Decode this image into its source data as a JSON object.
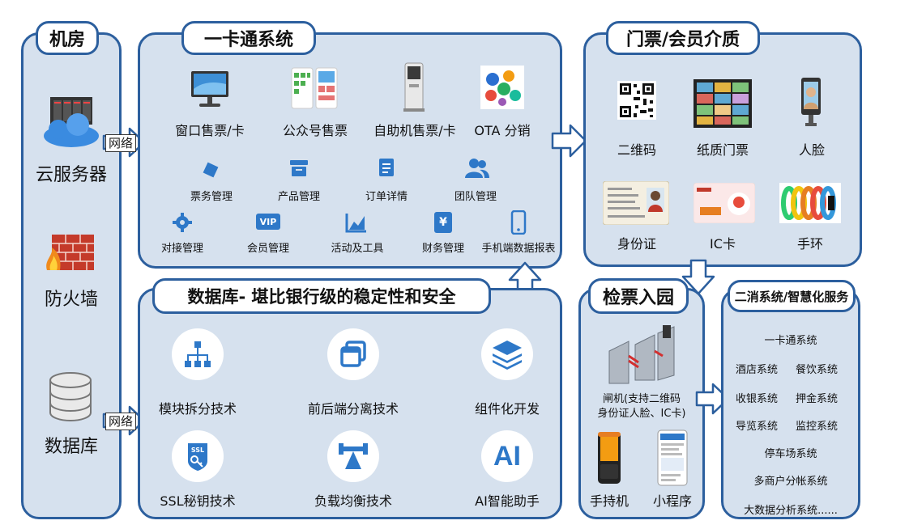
{
  "server_room": {
    "title": "机房",
    "cloud_label": "云服务器",
    "firewall_label": "防火墙",
    "database_label": "数据库",
    "network_label_1": "网络",
    "network_label_2": "网络"
  },
  "card_system": {
    "title": "一卡通系统",
    "channels": [
      "窗口售票/卡",
      "公众号售票",
      "自助机售票/卡",
      "OTA 分销"
    ],
    "modules_row1": [
      "票务管理",
      "产品管理",
      "订单详情",
      "团队管理"
    ],
    "modules_row2": [
      "对接管理",
      "会员管理",
      "活动及工具",
      "财务管理",
      "手机端数据报表"
    ],
    "vip_text": "VIP",
    "yen_text": "¥"
  },
  "media": {
    "title": "门票/会员介质",
    "items": [
      "二维码",
      "纸质门票",
      "人脸",
      "身份证",
      "IC卡",
      "手环"
    ]
  },
  "database_panel": {
    "title": "数据库- 堪比银行级的稳定性和安全",
    "features": [
      "模块拆分技术",
      "前后端分离技术",
      "组件化开发",
      "SSL秘钥技术",
      "负载均衡技术",
      "AI智能助手"
    ],
    "ssl_text": "SSL",
    "ai_text": "AI"
  },
  "entry": {
    "title": "检票入园",
    "gate_label_1": "闸机(支持二维码",
    "gate_label_2": "身份证人脸、IC卡)",
    "handheld_label": "手持机",
    "miniapp_label": "小程序"
  },
  "secondary": {
    "title": "二消系统/智慧化服务",
    "line1": "一卡通系统",
    "row_a": [
      "酒店系统",
      "餐饮系统"
    ],
    "row_b": [
      "收银系统",
      "押金系统"
    ],
    "row_c": [
      "导览系统",
      "监控系统"
    ],
    "line5": "停车场系统",
    "line6": "多商户分帐系统",
    "line7": "大数据分析系统......"
  },
  "colors": {
    "panel_fill": "#d6e1ee",
    "border": "#2c5f9e",
    "icon_blue": "#2e78c8"
  }
}
